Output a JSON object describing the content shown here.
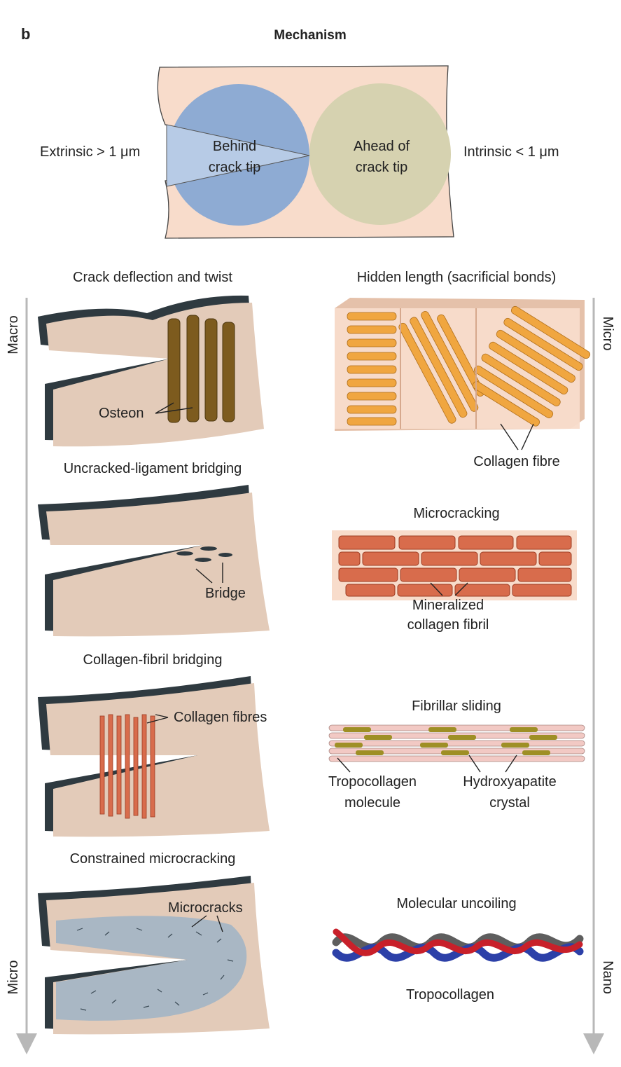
{
  "panel_letter": "b",
  "title": "Mechanism",
  "top": {
    "extrinsic": "Extrinsic > 1 μm",
    "intrinsic": "Intrinsic < 1 μm",
    "behind_l1": "Behind",
    "behind_l2": "crack tip",
    "ahead_l1": "Ahead of",
    "ahead_l2": "crack tip"
  },
  "axes": {
    "left_top": "Macro",
    "left_bottom": "Micro",
    "right_top": "Micro",
    "right_bottom": "Nano"
  },
  "left": [
    {
      "title": "Crack deflection and twist",
      "labels": [
        "Osteon"
      ]
    },
    {
      "title": "Uncracked-ligament bridging",
      "labels": [
        "Bridge"
      ]
    },
    {
      "title": "Collagen-fibril bridging",
      "labels": [
        "Collagen fibres"
      ]
    },
    {
      "title": "Constrained microcracking",
      "labels": [
        "Microcracks"
      ]
    }
  ],
  "right": [
    {
      "title": "Hidden length (sacrificial bonds)",
      "labels": [
        "Collagen fibre"
      ]
    },
    {
      "title": "Microcracking",
      "labels": [
        "Mineralized",
        "collagen fibril"
      ]
    },
    {
      "title": "Fibrillar sliding",
      "labels": [
        "Tropocollagen",
        "molecule",
        "Hydroxyapatite",
        "crystal"
      ]
    },
    {
      "title": "Molecular uncoiling",
      "labels": [
        "Tropocollagen"
      ]
    }
  ],
  "colors": {
    "bone": "#e3cbb9",
    "bone_dark": "#2f3a40",
    "behind": "#8eabd3",
    "behind_light": "#b7cbe6",
    "ahead": "#d6d2b0",
    "slab": "#f8dccb",
    "osteon": "#7d5b1e",
    "fibre": "#f0a640",
    "fibril": "#d86c4c",
    "crystal": "#9e8f25",
    "tropo": "#f2c9c4"
  }
}
